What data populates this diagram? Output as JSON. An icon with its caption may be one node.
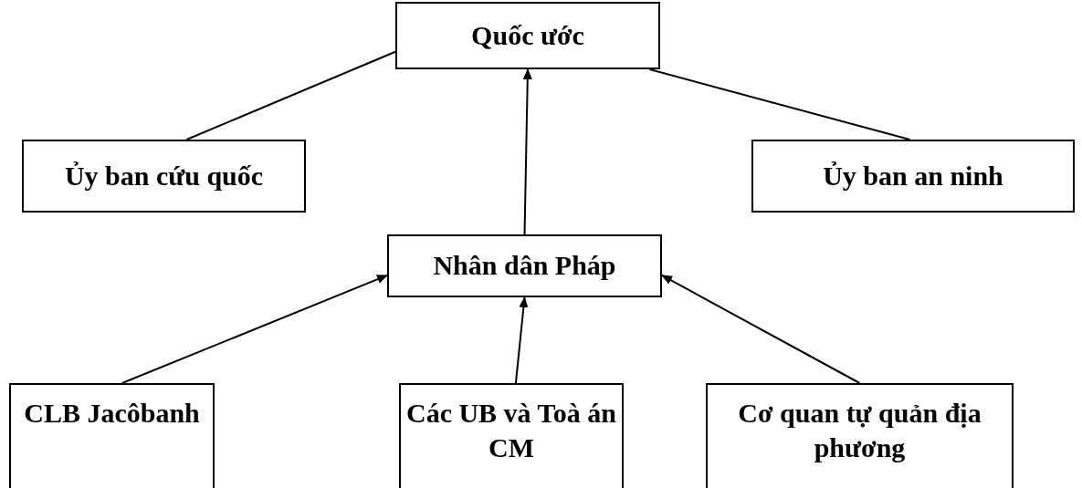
{
  "diagram": {
    "nodes": [
      {
        "text": [
          "Quốc ước"
        ]
      },
      {
        "text": [
          "Ủy ban cứu quốc"
        ]
      },
      {
        "text": [
          "Ủy ban an ninh"
        ]
      },
      {
        "text": [
          "Nhân dân Pháp"
        ]
      },
      {
        "text": [
          "CLB Jacôbanh"
        ]
      },
      {
        "text": [
          "Các UB và Toà án CM"
        ]
      },
      {
        "text": [
          "Cơ quan tự quản địa phương"
        ]
      }
    ],
    "edges": [
      {
        "from": 0,
        "to": 1,
        "arrow": "none"
      },
      {
        "from": 0,
        "to": 2,
        "arrow": "none"
      },
      {
        "from": 3,
        "to": 0,
        "arrow": "to"
      },
      {
        "from": 4,
        "to": 3,
        "arrow": "to"
      },
      {
        "from": 5,
        "to": 3,
        "arrow": "to"
      },
      {
        "from": 6,
        "to": 3,
        "arrow": "to"
      }
    ]
  }
}
